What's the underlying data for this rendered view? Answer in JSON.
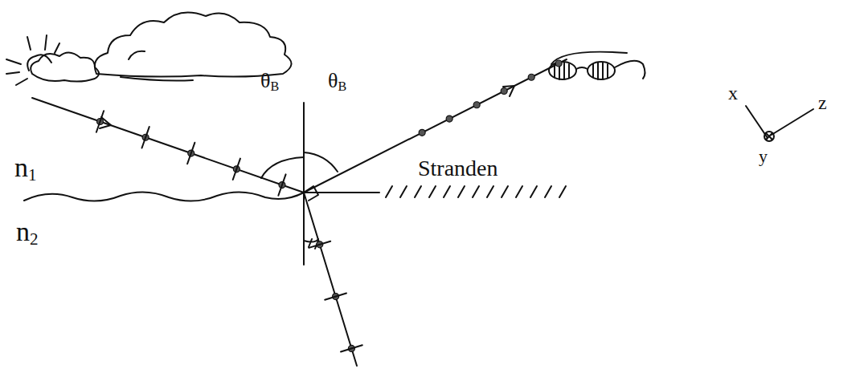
{
  "diagram": {
    "labels": [
      "θB",
      "θB",
      "n1",
      "n2",
      "Stranden",
      "x",
      "z",
      "y"
    ]
  }
}
